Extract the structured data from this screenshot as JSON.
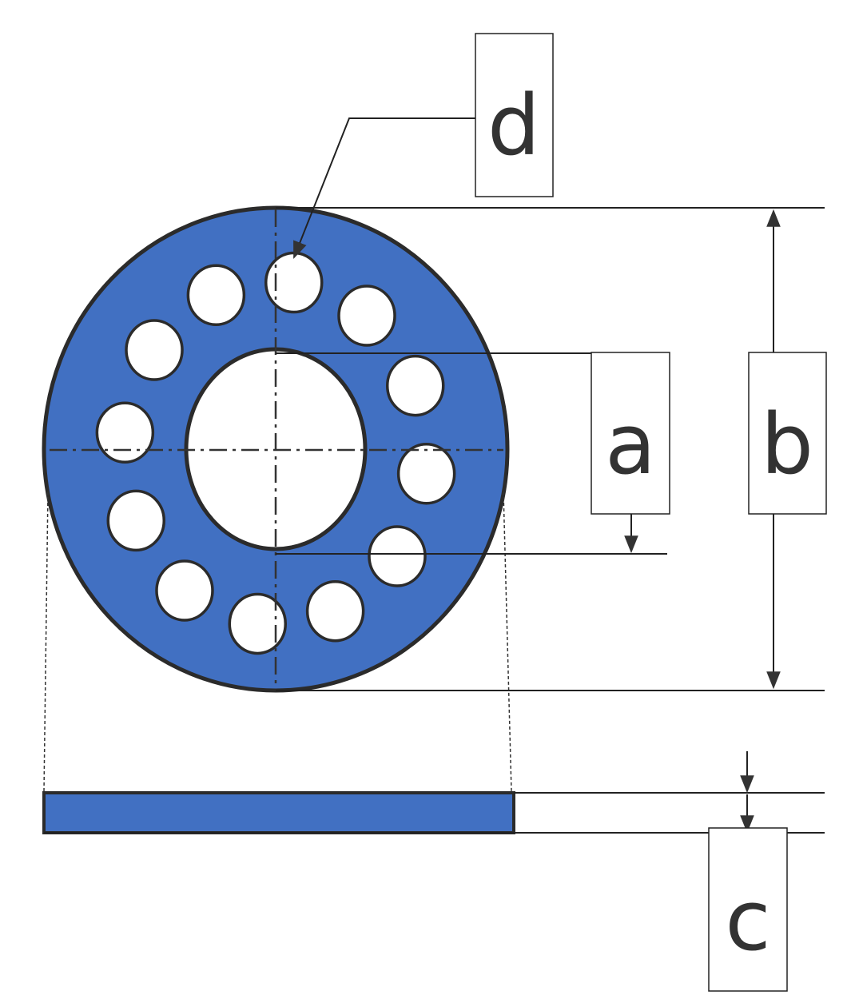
{
  "labels": {
    "a": "a",
    "b": "b",
    "c": "c",
    "d": "d"
  },
  "colors": {
    "part_fill": "#4170c2",
    "outline": "#2b2b2b",
    "line": "#222222"
  },
  "bolt_hole_count": 12
}
